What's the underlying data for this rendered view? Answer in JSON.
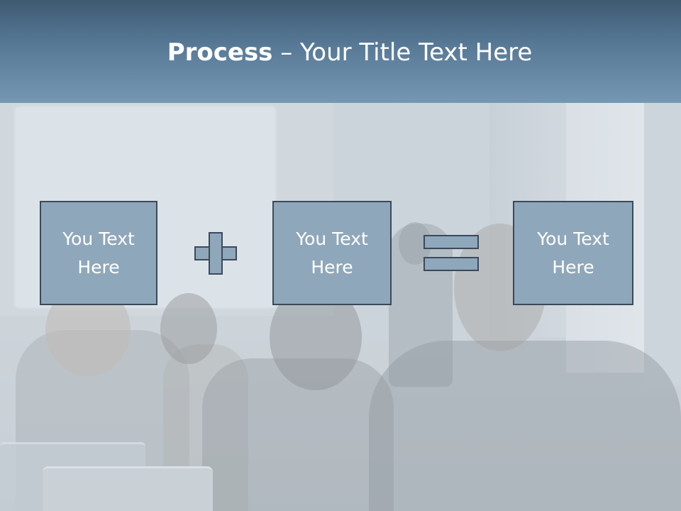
{
  "slide": {
    "title": {
      "bold": "Process",
      "rest": " – Your Title Text Here"
    },
    "process": {
      "steps": [
        {
          "line1": "You Text",
          "line2": "Here"
        },
        {
          "line1": "You Text",
          "line2": "Here"
        },
        {
          "line1": "You Text",
          "line2": "Here"
        }
      ],
      "operators": [
        "plus-icon",
        "equals-icon"
      ]
    },
    "background": {
      "image": "seminar-audience-photo",
      "banner_color": "#4d6c88",
      "box_fill": "#8fa7ba",
      "box_border": "#3a4a5a"
    }
  }
}
